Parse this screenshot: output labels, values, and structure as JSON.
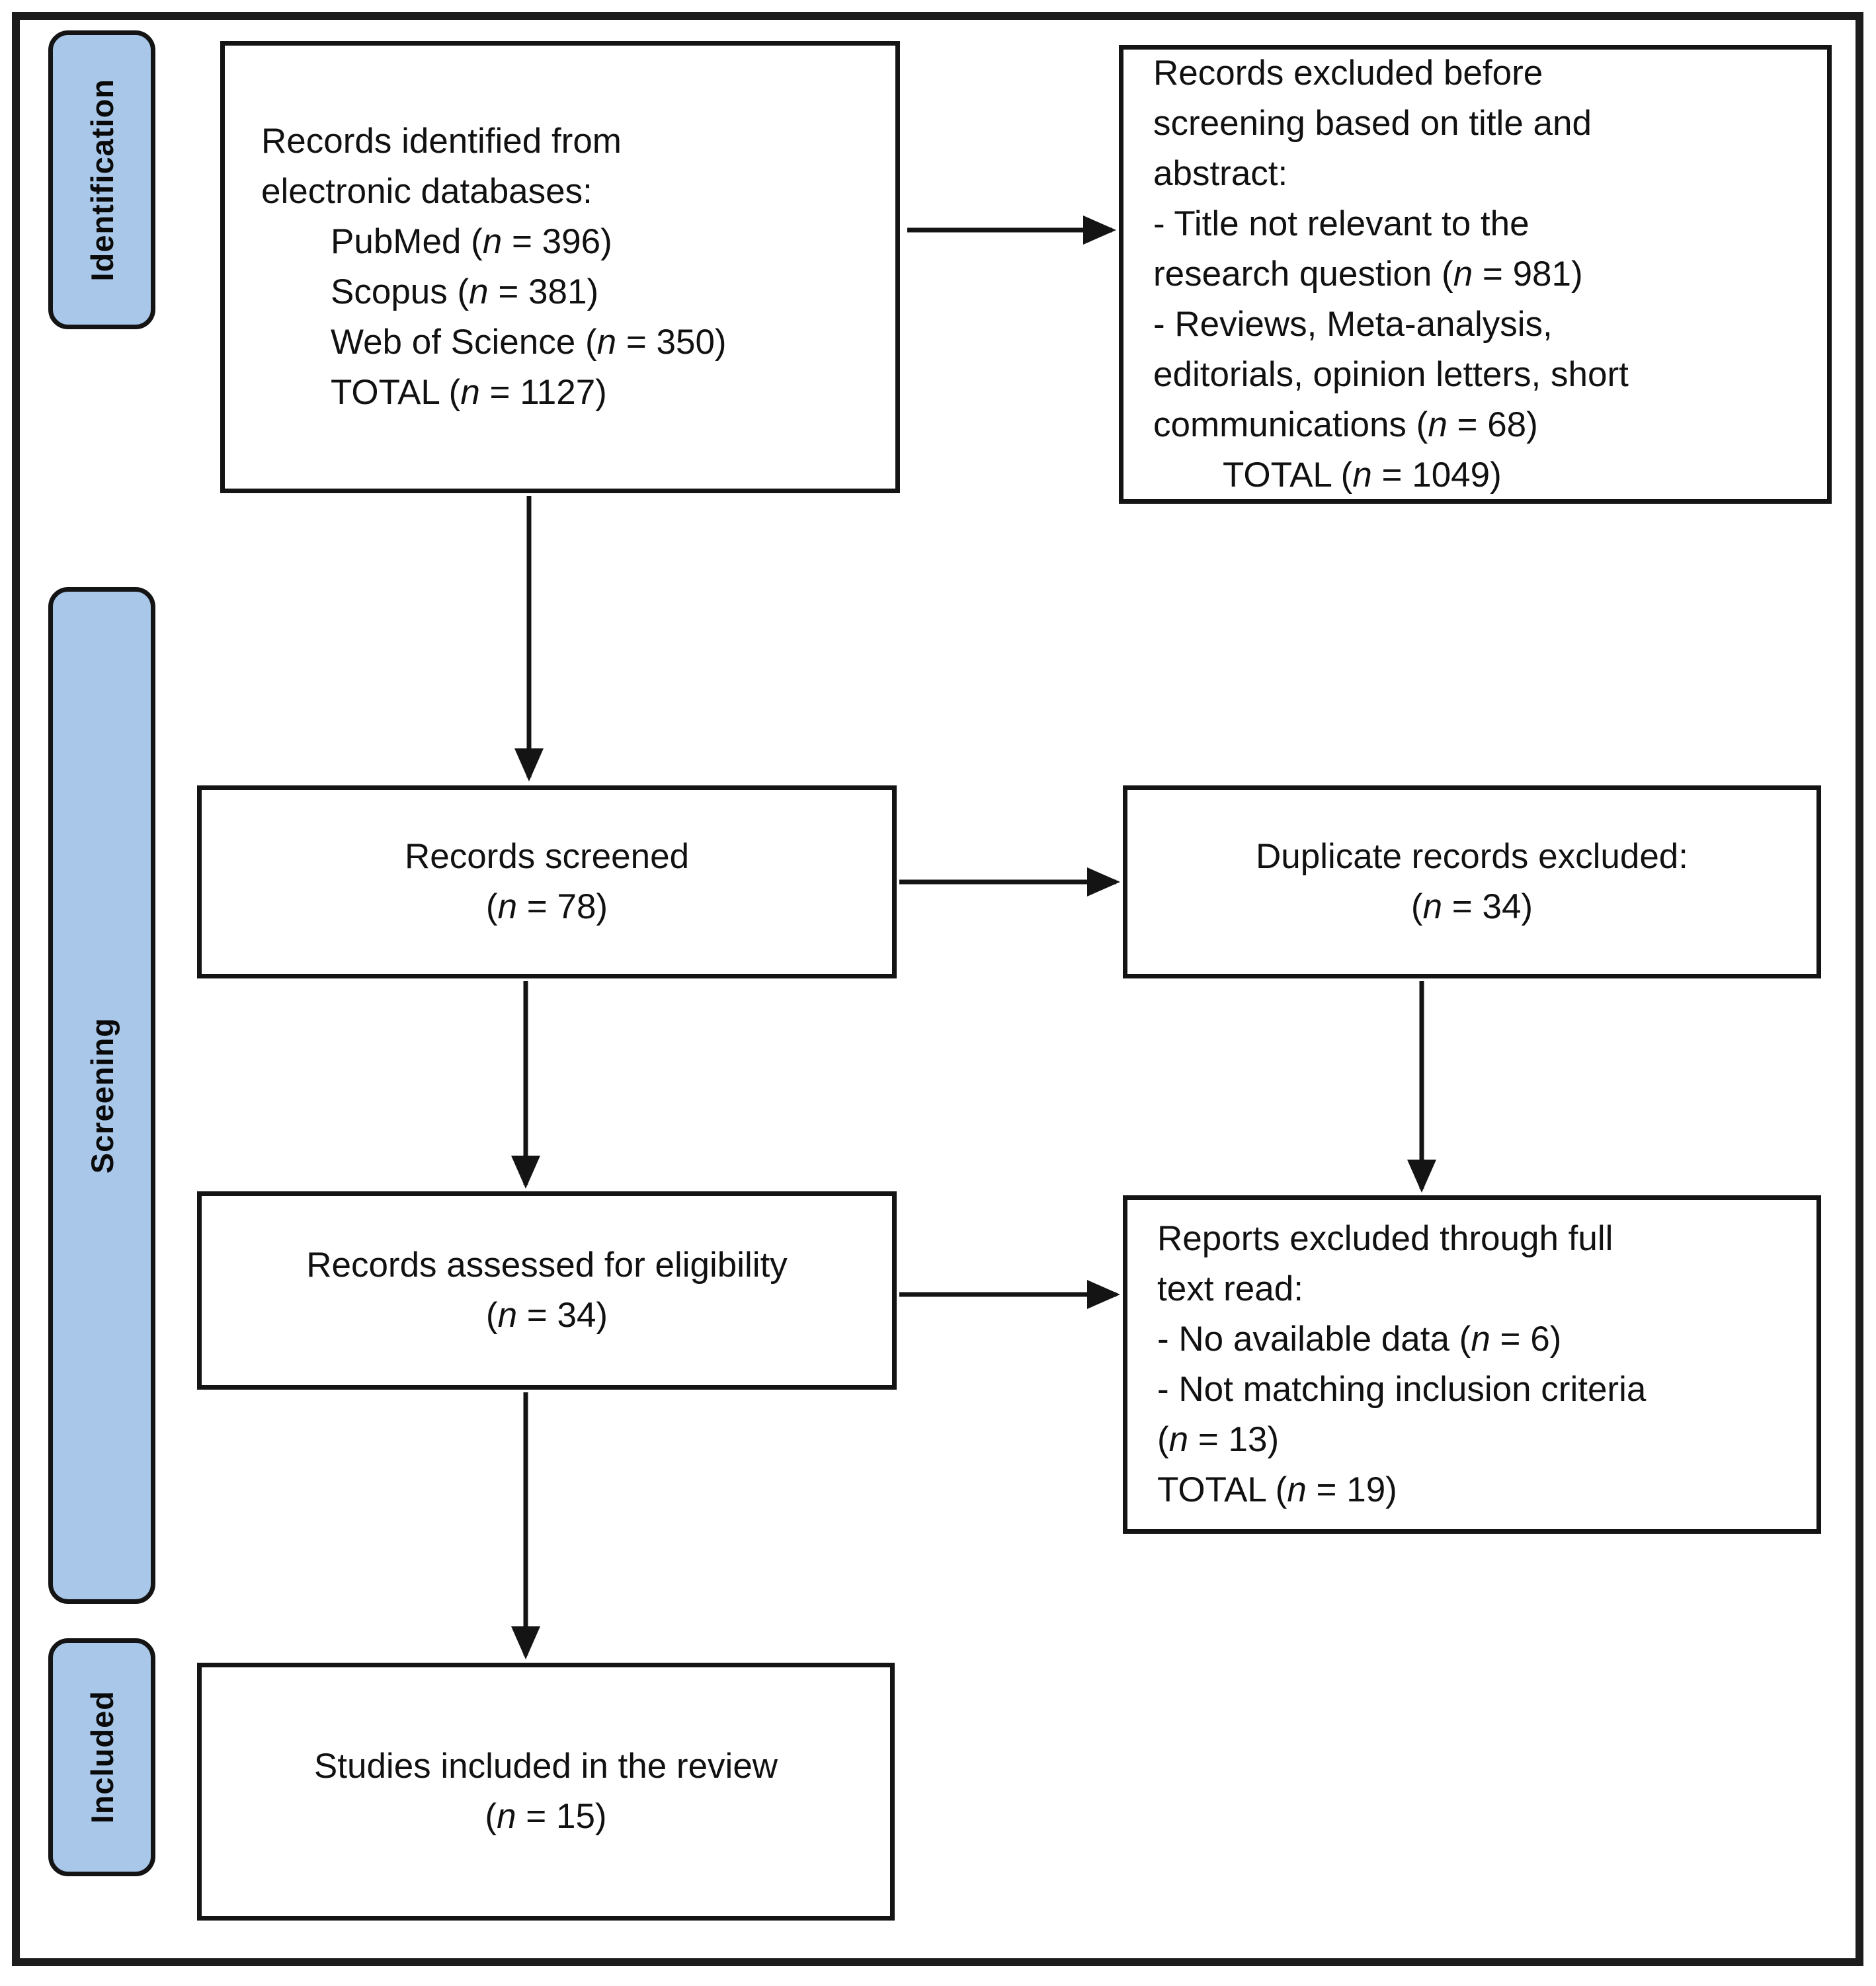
{
  "figure": {
    "type": "prisma-flow-diagram",
    "colors": {
      "stage_fill": "#a9c7e8",
      "stroke": "#141414",
      "background": "#ffffff"
    }
  },
  "stages": [
    {
      "label": "Identification"
    },
    {
      "label": "Screening"
    },
    {
      "label": "Included"
    }
  ],
  "boxes": {
    "identified": {
      "lines": [
        "Records identified from",
        "electronic databases:",
        "PubMed (n = 396)",
        "Scopus (n = 381)",
        "Web of Science (n = 350)",
        "TOTAL (n = 1127)"
      ]
    },
    "excluded_screening": {
      "lines": [
        "Records excluded before",
        "screening based on title and",
        "abstract:",
        "- Title not relevant to the",
        "research question (n = 981)",
        "- Reviews, Meta-analysis,",
        "editorials, opinion letters, short",
        "communications (n = 68)",
        "TOTAL (n = 1049)"
      ]
    },
    "screened": {
      "lines": [
        "Records screened",
        "(n = 78)"
      ]
    },
    "duplicates": {
      "lines": [
        "Duplicate records excluded:",
        "(n = 34)"
      ]
    },
    "assessed": {
      "lines": [
        "Records assessed for eligibility",
        "(n = 34)"
      ]
    },
    "fulltext_excluded": {
      "lines": [
        "Reports excluded through full",
        "text read:",
        "- No available data (n = 6)",
        "- Not matching inclusion criteria",
        "(n = 13)",
        "TOTAL (n = 19)"
      ]
    },
    "included": {
      "lines": [
        "Studies included in the review",
        "(n = 15)"
      ]
    }
  }
}
